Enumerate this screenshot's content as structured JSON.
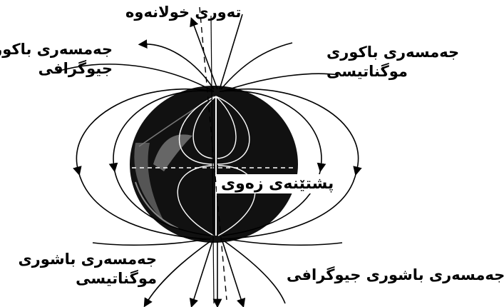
{
  "labels": {
    "earth_axis": "تەوری خولانەوە",
    "geographic_north_line1": "جەمسەری باکوری",
    "geographic_north_line2": "جیوگرافی",
    "magnetic_north_line1": "جەمسەری باکوری",
    "magnetic_north_line2": "موگناتیسی",
    "earth_core": "پشتێنەی زەوی",
    "magnetic_south_line1": "جەمسەری باشوری",
    "magnetic_south_line2": "موگناتیسی",
    "geographic_south": "جەمسەری باشوری جیوگرافی"
  },
  "colors": {
    "ink": "#000000",
    "paper": "#ffffff"
  }
}
